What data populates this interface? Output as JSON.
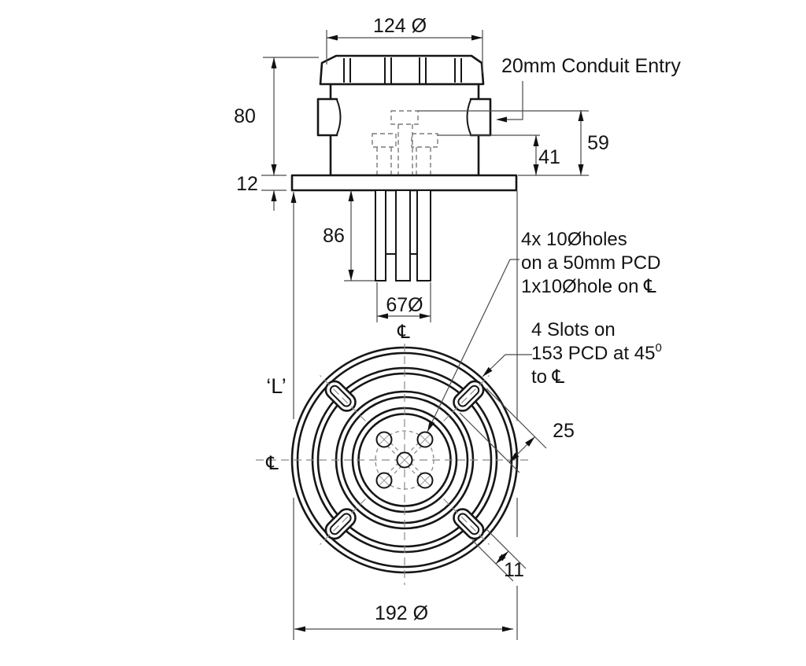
{
  "drawing": {
    "top_view": {
      "dim_cap_diameter": "124 Ø",
      "dim_body_height": "80",
      "dim_flange_thickness": "12",
      "dim_stud_length": "86",
      "dim_stud_pcd": "67Ø",
      "dim_terminal_top_height": "59",
      "dim_terminal_side_height": "41",
      "label_conduit": "20mm Conduit Entry",
      "centerline_symbol": "℄"
    },
    "bottom_view": {
      "dim_flange_diameter": "192 Ø",
      "dim_slot_length": "25",
      "dim_slot_width": "11",
      "label_length": "‘L’",
      "centerline_symbol": "℄",
      "note_holes": [
        "4x 10Øholes",
        "on a 50mm PCD",
        "1x10Øhole on ℄"
      ],
      "note_slots": [
        "4 Slots on",
        "153 PCD at 45",
        "to ℄"
      ],
      "note_slots_sup": "0"
    }
  }
}
